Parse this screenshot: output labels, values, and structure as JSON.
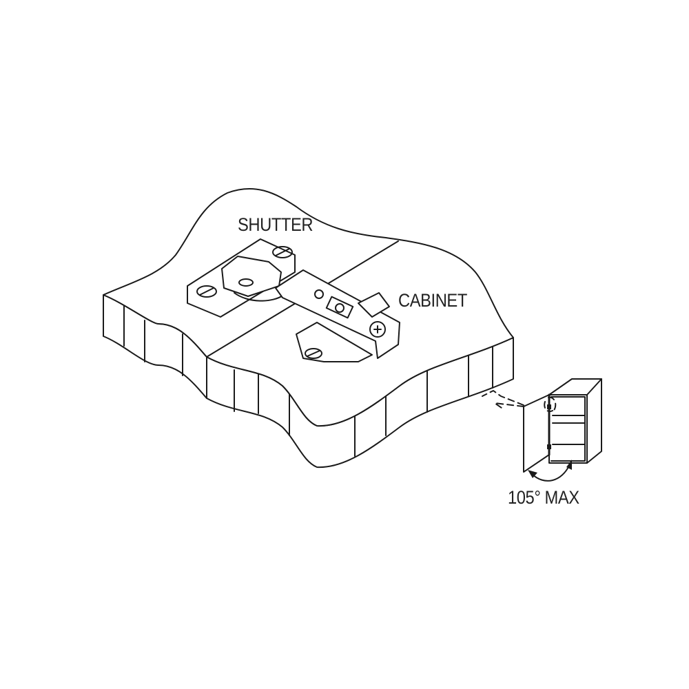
{
  "labels": {
    "shutter": "SHUTTER",
    "cabinet": "CABINET",
    "max_angle": "105° MAX"
  },
  "colors": {
    "line": "#1a1a1a",
    "background": "#ffffff"
  }
}
